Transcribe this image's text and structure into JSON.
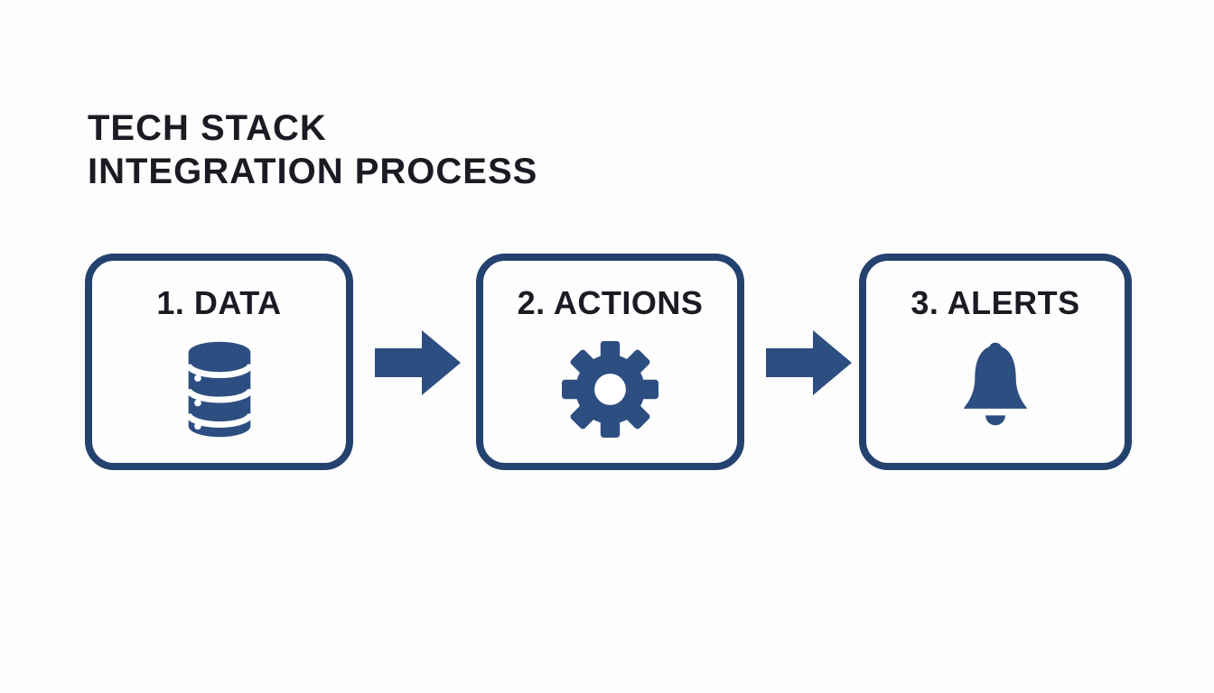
{
  "title": {
    "line1": "TECH STACK",
    "line2": "INTEGRATION PROCESS"
  },
  "steps": [
    {
      "label": "1. DATA",
      "icon": "database-icon"
    },
    {
      "label": "2. ACTIONS",
      "icon": "gear-icon"
    },
    {
      "label": "3. ALERTS",
      "icon": "bell-icon"
    }
  ],
  "connectors": [
    {
      "icon": "arrow-right-icon"
    },
    {
      "icon": "arrow-right-icon"
    }
  ],
  "colors": {
    "accent_navy": "#24426f",
    "icon_blue": "#2d4e80",
    "text_dark": "#1b1b23",
    "background": "#fdfdfd",
    "box_bg": "#fefefe"
  }
}
